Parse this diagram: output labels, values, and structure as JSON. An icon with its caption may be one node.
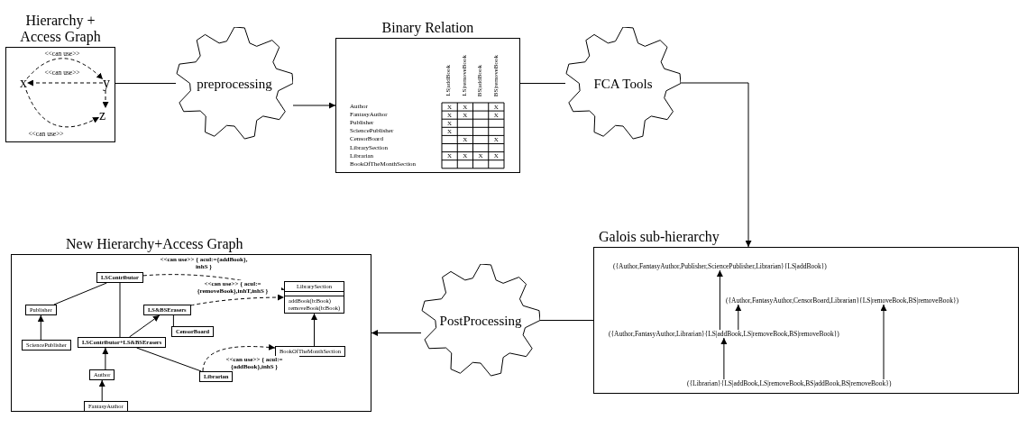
{
  "diagram": {
    "nodes": [
      {
        "text": [
          "Hierarchy + Access Graph"
        ]
      },
      {
        "text": [
          "x"
        ],
        "in": 0
      },
      {
        "text": [
          "y"
        ],
        "in": 0
      },
      {
        "text": [
          "z"
        ],
        "in": 0
      },
      {
        "text": [
          "preprocessing"
        ]
      },
      {
        "text": [
          "Binary Relation"
        ]
      },
      {
        "text": [
          "FCA Tools"
        ]
      },
      {
        "text": [
          "Galois sub-hierarchy"
        ]
      },
      {
        "text": [
          "({Author,FantasyAuthor,Publisher,SciencePublisher,Librarian}{LS|addBook})"
        ],
        "in": 7
      },
      {
        "text": [
          "({Author,FantasyAuthor,CensorBoard,Librarian}{LS|removeBook,BS|removeBook})"
        ],
        "in": 7
      },
      {
        "text": [
          "({Author,FantasyAuthor,Librarian}{LS|addBook,LS|removeBook,BS|removeBook})"
        ],
        "in": 7
      },
      {
        "text": [
          "({Librarian}{LS|addBook,LS|removeBook,BS|addBook,BS|removeBook})"
        ],
        "in": 7
      },
      {
        "text": [
          "PostProcessing"
        ]
      },
      {
        "text": [
          "New Hierarchy+Access Graph"
        ]
      },
      {
        "text": [
          "LSContributor"
        ],
        "in": 13
      },
      {
        "text": [
          "Publisher"
        ],
        "in": 13
      },
      {
        "text": [
          "LS&BSErasers"
        ],
        "in": 13
      },
      {
        "text": [
          "LibrarySection",
          "addBook(b:Book) removeBook(b:Book)"
        ],
        "in": 13
      },
      {
        "text": [
          "CensorBoard"
        ],
        "in": 13
      },
      {
        "text": [
          "SciencePublisher"
        ],
        "in": 13
      },
      {
        "text": [
          "LSContributor+LS&BSErasers"
        ],
        "in": 13
      },
      {
        "text": [
          "BookOfTheMonthSection"
        ],
        "in": 13
      },
      {
        "text": [
          "Author"
        ],
        "in": 13
      },
      {
        "text": [
          "Librarian"
        ],
        "in": 13
      },
      {
        "text": [
          "FantasyAuthor"
        ],
        "in": 13
      }
    ],
    "edges": [
      {
        "from": 1,
        "to": 2,
        "arrow": "to",
        "style": "dashed",
        "label": "<<can use>>"
      },
      {
        "from": 2,
        "to": 1,
        "arrow": "to",
        "style": "dashed",
        "label": "<<can use>>"
      },
      {
        "from": 2,
        "to": 3,
        "arrow": "to",
        "style": "dashed"
      },
      {
        "from": 1,
        "to": 3,
        "arrow": "to",
        "style": "dashed",
        "label": "<<can use>>"
      },
      {
        "from": 0,
        "to": 4,
        "arrow": "none"
      },
      {
        "from": 4,
        "to": 5,
        "arrow": "to"
      },
      {
        "from": 5,
        "to": 6,
        "arrow": "none"
      },
      {
        "from": 6,
        "to": 7,
        "arrow": "to"
      },
      {
        "from": 10,
        "to": 8,
        "arrow": "to"
      },
      {
        "from": 10,
        "to": 9,
        "arrow": "to"
      },
      {
        "from": 11,
        "to": 10,
        "arrow": "to"
      },
      {
        "from": 11,
        "to": 9,
        "arrow": "to"
      },
      {
        "from": 7,
        "to": 12,
        "arrow": "none"
      },
      {
        "from": 12,
        "to": 13,
        "arrow": "to"
      },
      {
        "from": 15,
        "to": 14,
        "arrow": "none"
      },
      {
        "from": 19,
        "to": 15,
        "arrow": "to"
      },
      {
        "from": 20,
        "to": 14,
        "arrow": "none"
      },
      {
        "from": 20,
        "to": 16,
        "arrow": "to"
      },
      {
        "from": 16,
        "to": 18,
        "arrow": "none"
      },
      {
        "from": 20,
        "to": 23,
        "arrow": "none"
      },
      {
        "from": 22,
        "to": 20,
        "arrow": "to"
      },
      {
        "from": 24,
        "to": 22,
        "arrow": "to"
      },
      {
        "from": 21,
        "to": 17,
        "arrow": "to"
      },
      {
        "from": 14,
        "to": 17,
        "arrow": "to",
        "style": "dashed",
        "label": "<<can use>> { acul:={addBook}, inhS }"
      },
      {
        "from": 16,
        "to": 17,
        "arrow": "to",
        "style": "dashed",
        "label": "<<can use>> { acul:={removeBook},inhT,inhS }"
      },
      {
        "from": 23,
        "to": 21,
        "arrow": "to",
        "style": "dashed",
        "label": "<<can use>> { acul:={addBook},inhS }"
      }
    ],
    "labels": [
      "LS|addBook",
      "LS|removeBook",
      "BS|addBook",
      "BS|removeBook",
      "Author",
      "X",
      "X",
      "X",
      "FantasyAuthor",
      "X",
      "X",
      "X",
      "Publisher",
      "X",
      "SciencePublisher",
      "X",
      "CensorBoard",
      "X",
      "X",
      "LibrarySection",
      "Librarian",
      "X",
      "X",
      "X",
      "X",
      "BookOfTheMonthSection"
    ]
  }
}
